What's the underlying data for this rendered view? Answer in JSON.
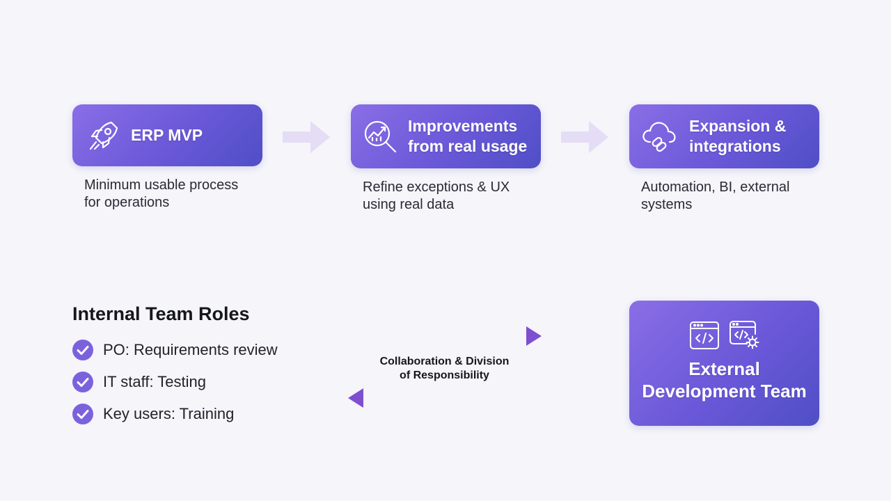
{
  "stages": [
    {
      "title": "ERP MVP",
      "icon": "rocket-icon",
      "description": "Minimum usable process\nfor operations"
    },
    {
      "title": "Improvements\nfrom real usage",
      "icon": "analytics-magnifier-icon",
      "description": "Refine exceptions & UX\nusing real data"
    },
    {
      "title": "Expansion &\nintegrations",
      "icon": "cloud-link-icon",
      "description": "Automation, BI, external\nsystems"
    }
  ],
  "internal_team": {
    "title": "Internal Team Roles",
    "roles": [
      {
        "label": "PO: Requirements review"
      },
      {
        "label": "IT staff: Testing"
      },
      {
        "label": "Key users: Training"
      }
    ]
  },
  "collaboration": {
    "label": "Collaboration & Division\nof Responsibility"
  },
  "external_team": {
    "title": "External\nDevelopment Team",
    "icons": [
      "code-window-icon",
      "code-settings-icon"
    ]
  },
  "colors": {
    "card_gradient_start": "#8a6ee6",
    "card_gradient_end": "#4f4fc6",
    "check": "#7b62dc",
    "arrow": "#8a5fd6",
    "flow_arrow": "#e4ddf5",
    "background": "#f5f5fa"
  }
}
